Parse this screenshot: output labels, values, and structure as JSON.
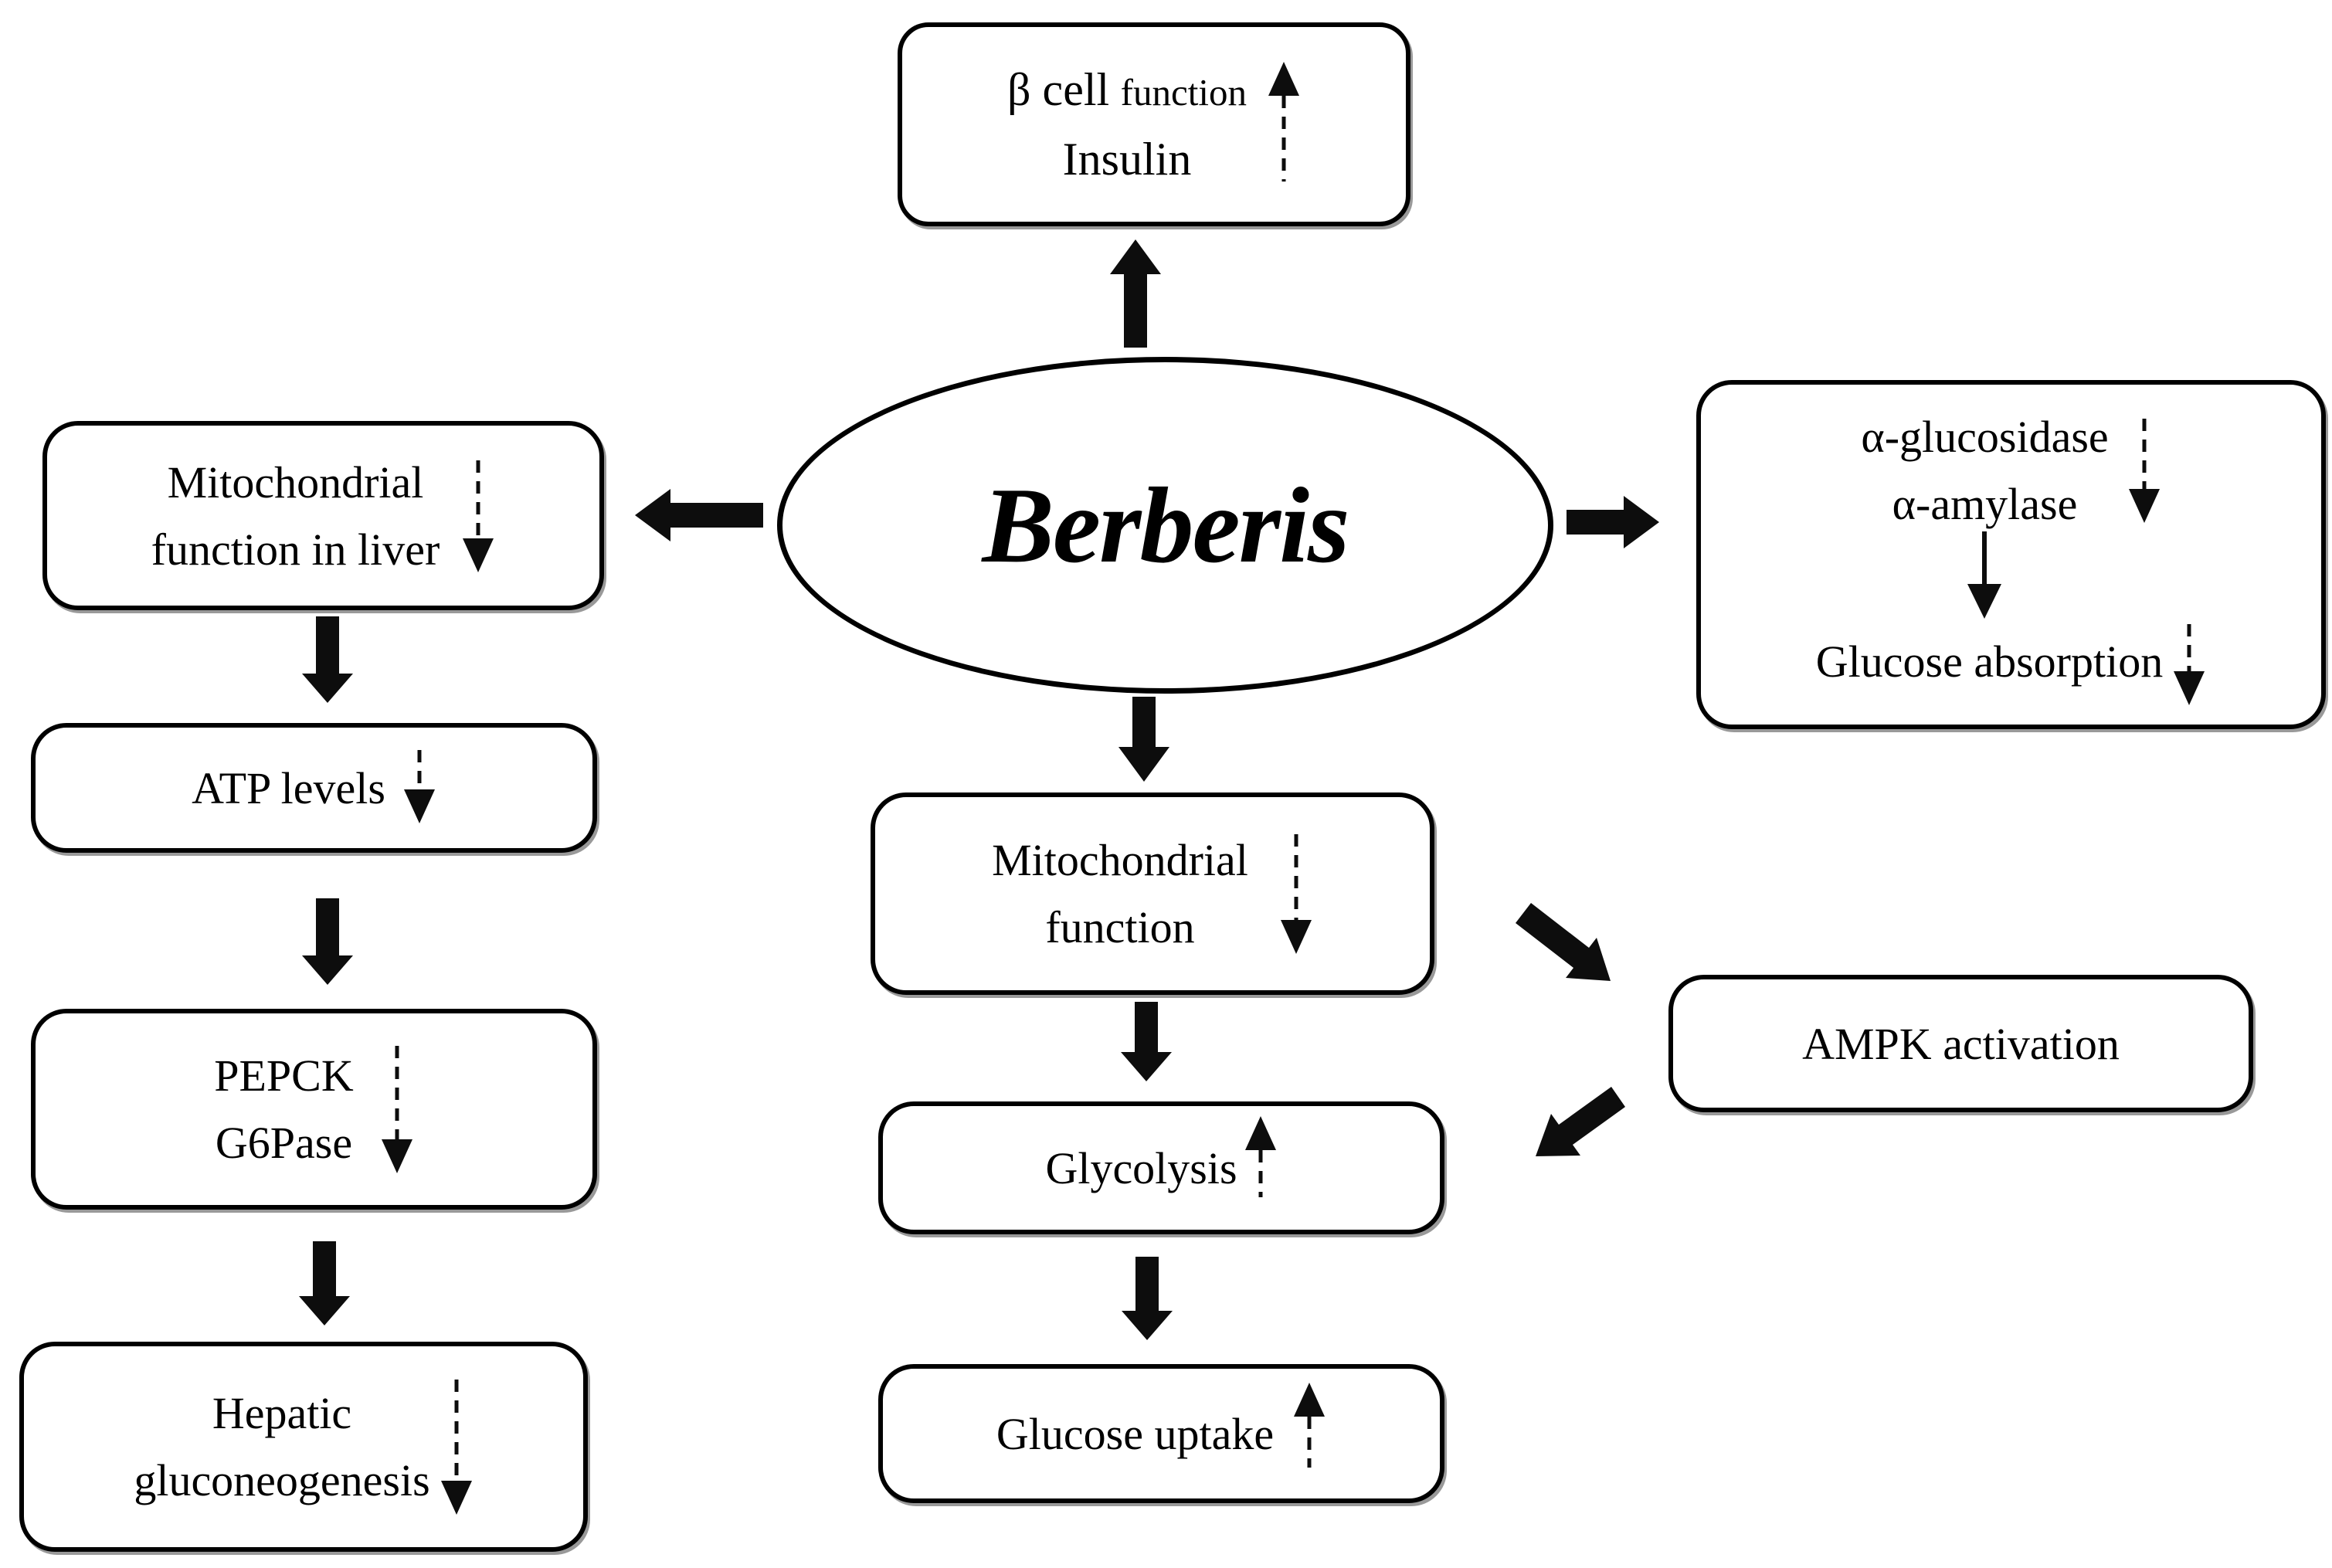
{
  "diagram": {
    "center": {
      "label": "Berberis"
    },
    "nodes": {
      "beta_cell": {
        "line1_main": "β cell",
        "line1_small": "function",
        "line2": "Insulin",
        "trend": "up"
      },
      "mito_liver": {
        "line1": "Mitochondrial",
        "line2": "function in liver",
        "trend": "down"
      },
      "atp": {
        "label": "ATP levels",
        "trend": "down"
      },
      "pepck": {
        "line1": "PEPCK",
        "line2": "G6Pase",
        "trend": "down"
      },
      "hepatic": {
        "line1": "Hepatic",
        "line2": "gluconeogenesis",
        "trend": "down"
      },
      "enzymes": {
        "line1": "α-glucosidase",
        "line2": "α-amylase",
        "trend": "down"
      },
      "absorption": {
        "label": "Glucose absorption",
        "trend": "down"
      },
      "mito": {
        "line1": "Mitochondrial",
        "line2": "function",
        "trend": "down"
      },
      "glycolysis": {
        "label": "Glycolysis",
        "trend": "up"
      },
      "glucose_uptake": {
        "label": "Glucose uptake",
        "trend": "up"
      },
      "ampk": {
        "label": "AMPK activation"
      }
    },
    "edges": [
      {
        "from": "Berberis",
        "to": "β cell function / Insulin",
        "style": "block-arrow",
        "direction": "up"
      },
      {
        "from": "Berberis",
        "to": "Mitochondrial function in liver",
        "style": "block-arrow",
        "direction": "left"
      },
      {
        "from": "Berberis",
        "to": "α-glucosidase / α-amylase",
        "style": "block-arrow",
        "direction": "right"
      },
      {
        "from": "Berberis",
        "to": "Mitochondrial function",
        "style": "block-arrow",
        "direction": "down"
      },
      {
        "from": "Mitochondrial function in liver",
        "to": "ATP levels",
        "style": "block-arrow",
        "direction": "down"
      },
      {
        "from": "ATP levels",
        "to": "PEPCK / G6Pase",
        "style": "block-arrow",
        "direction": "down"
      },
      {
        "from": "PEPCK / G6Pase",
        "to": "Hepatic gluconeogenesis",
        "style": "block-arrow",
        "direction": "down"
      },
      {
        "from": "Mitochondrial function",
        "to": "Glycolysis",
        "style": "block-arrow",
        "direction": "down"
      },
      {
        "from": "Glycolysis",
        "to": "Glucose uptake",
        "style": "block-arrow",
        "direction": "down"
      },
      {
        "from": "Mitochondrial function",
        "to": "AMPK activation",
        "style": "block-arrow",
        "direction": "down-right"
      },
      {
        "from": "AMPK activation",
        "to": "Glycolysis",
        "style": "block-arrow",
        "direction": "down-left"
      },
      {
        "from": "α-amylase",
        "to": "Glucose absorption",
        "style": "line-arrow",
        "direction": "down"
      }
    ],
    "colors": {
      "ink": "#000000",
      "background": "#ffffff"
    }
  }
}
